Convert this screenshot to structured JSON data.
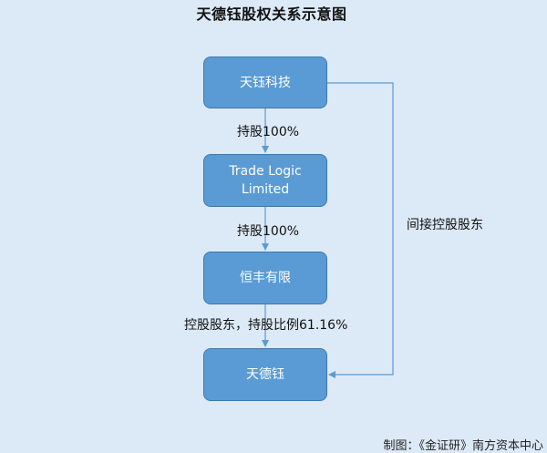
{
  "diagram": {
    "title": "天德钰股权关系示意图",
    "nodes": {
      "tianyu": "天钰科技",
      "trade_logic_line1": "Trade Logic",
      "trade_logic_line2": "Limited",
      "hengfeng": "恒丰有限",
      "tiandeyu": "天德钰"
    },
    "edges": {
      "tianyu_to_tradelogic": "持股100%",
      "tradelogic_to_hengfeng": "持股100%",
      "hengfeng_to_tiandeyu": "控股股东，持股比例61.16%",
      "tianyu_to_tiandeyu": "间接控股股东"
    },
    "footer": "制图：《金证研》南方资本中心",
    "colors": {
      "background": "#dce9f6",
      "box_fill": "#5a9bd5",
      "box_border": "#3f78ac",
      "connector": "#5a9bd5"
    }
  }
}
